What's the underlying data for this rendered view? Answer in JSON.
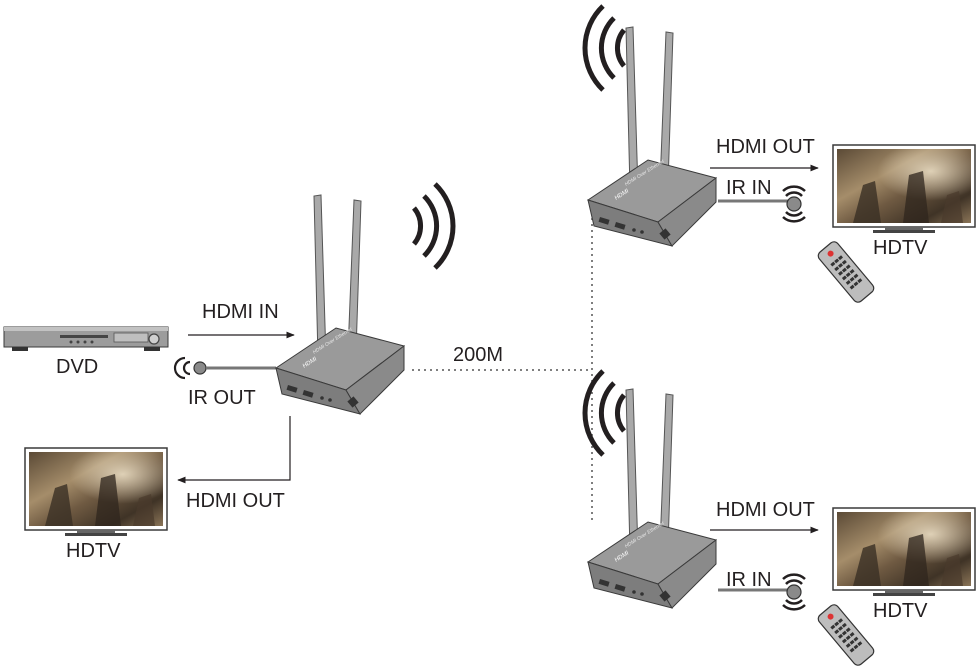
{
  "source": {
    "device": "DVD",
    "hdmi_in": "HDMI IN",
    "ir_out": "IR OUT",
    "local_hdmi_out": "HDMI OUT",
    "local_display": "HDTV"
  },
  "link": {
    "distance": "200M"
  },
  "transmitter": {
    "brand": "HDMI",
    "subtitle": "HDMI Over Ethernet"
  },
  "receiver_top": {
    "brand": "HDMI",
    "subtitle": "HDMI Over Ethernet",
    "hdmi_out": "HDMI OUT",
    "ir_in": "IR IN",
    "display": "HDTV"
  },
  "receiver_bottom": {
    "brand": "HDMI",
    "subtitle": "HDMI Over Ethernet",
    "hdmi_out": "HDMI OUT",
    "ir_in": "IR IN",
    "display": "HDTV"
  },
  "icons": [
    "dvd-player-icon",
    "tv-icon",
    "ir-emitter-icon",
    "ir-receiver-icon",
    "remote-control-icon",
    "wireless-signal-icon",
    "antenna-icon"
  ],
  "colors": {
    "device_body": "#8d8d8d",
    "device_dark": "#5e5e5e",
    "line": "#231f20",
    "cable": "#777777"
  }
}
